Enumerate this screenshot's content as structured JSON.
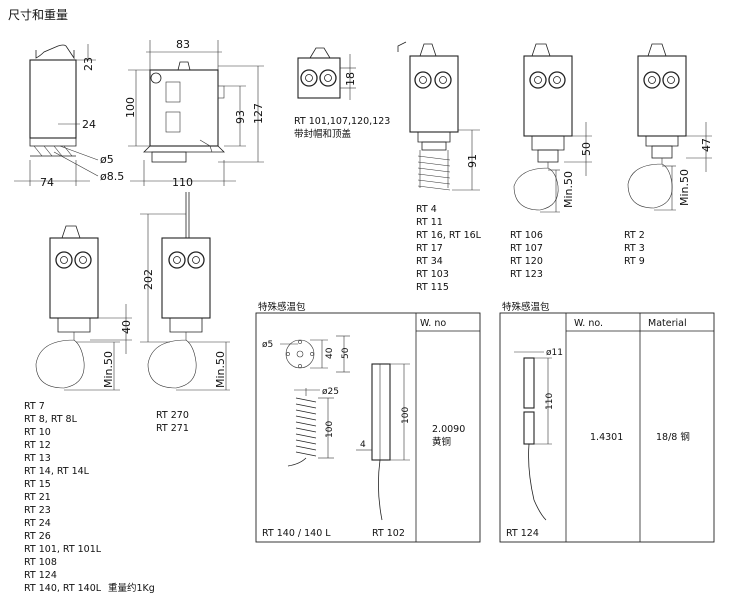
{
  "title": "尺寸和重量",
  "dims": {
    "d23": "23",
    "d24": "24",
    "d5": "ø5",
    "d85": "ø8.5",
    "d74": "74",
    "d83": "83",
    "d100": "100",
    "d93": "93",
    "d127": "127",
    "d110": "110",
    "d18": "18",
    "d91": "91",
    "d50a": "50",
    "min50a": "Min.50",
    "d47": "47",
    "min50b": "Min.50",
    "d202": "202",
    "d40": "40",
    "min50c": "Min.50",
    "min50d": "Min.50"
  },
  "cap_models": [
    "RT 101,107,120,123",
    "带封帽和顶盖"
  ],
  "groups": {
    "rt4": [
      "RT 4",
      "RT 11",
      "RT 16, RT 16L",
      "RT 17",
      "RT 34",
      "RT 103",
      "RT 115"
    ],
    "rt106": [
      "RT 106",
      "RT 107",
      "RT 120",
      "RT 123"
    ],
    "rt2": [
      "RT 2",
      "RT 3",
      "RT 9"
    ],
    "rt7": [
      "RT 7",
      "RT 8, RT 8L",
      "RT 10",
      "RT 12",
      "RT 13",
      "RT 14, RT 14L",
      "RT 15",
      "RT 21",
      "RT 23",
      "RT 24",
      "RT 26",
      "RT 101, RT 101L",
      "RT 108",
      "RT 124",
      "RT 140, RT 140L"
    ],
    "rt270": [
      "RT 270",
      "RT 271"
    ]
  },
  "weight_note": "重量约1Kg",
  "special1": {
    "heading": "特殊感温包",
    "col_header": "W. no",
    "dims": {
      "d5": "ø5",
      "d40": "40",
      "d50": "50",
      "d25": "ø25",
      "d100a": "100",
      "d100b": "100",
      "d4": "4"
    },
    "value": "2.0090",
    "material": "黄铜",
    "label_left": "RT 140 / 140 L",
    "label_right": "RT 102"
  },
  "special2": {
    "heading": "特殊感温包",
    "col_header_1": "W. no.",
    "col_header_2": "Material",
    "dims": {
      "d11": "ø11",
      "d110": "110"
    },
    "value": "1.4301",
    "material": "18/8 钢",
    "label": "RT 124"
  }
}
